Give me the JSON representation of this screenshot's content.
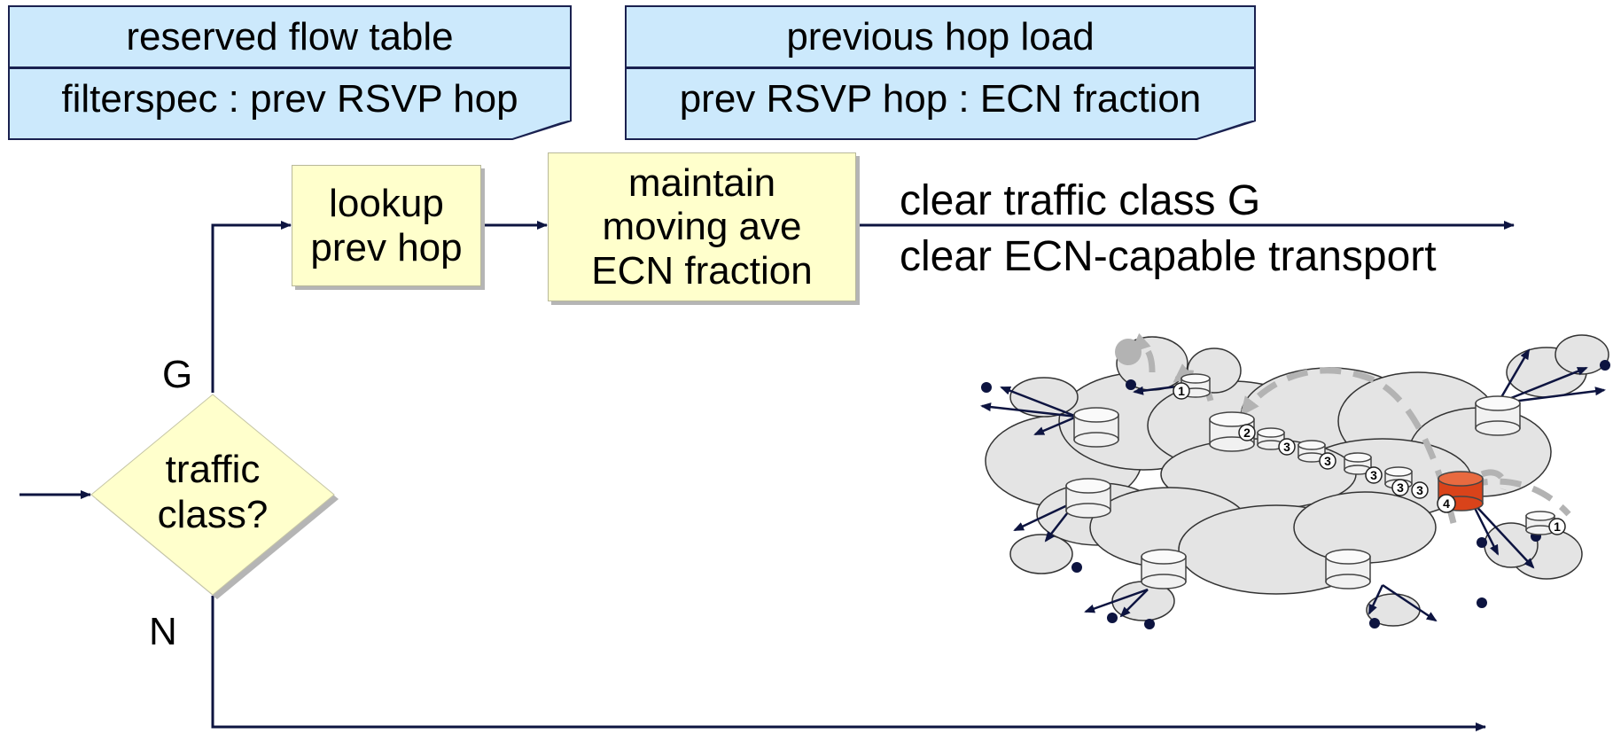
{
  "notes": {
    "flow_table": {
      "title": "reserved flow table",
      "row": "filterspec : prev RSVP hop"
    },
    "hop_load": {
      "title": "previous hop load",
      "row": "prev RSVP hop : ECN fraction"
    }
  },
  "process": {
    "lookup": [
      "lookup",
      "prev hop"
    ],
    "maintain": [
      "maintain",
      "moving ave",
      "ECN fraction"
    ]
  },
  "decision": {
    "lines": [
      "traffic",
      "class?"
    ],
    "yes_label": "G",
    "no_label": "N"
  },
  "outputs": {
    "line1": "clear traffic class G",
    "line2": "clear ECN-capable transport"
  },
  "network": {
    "hop_labels": [
      "1",
      "2",
      "3",
      "3",
      "3",
      "3",
      "3",
      "4",
      "1"
    ]
  },
  "colors": {
    "note_fill": "#cce9fc",
    "box_fill": "#ffffcc",
    "line": "#0d1440",
    "cloud": "#e4e4e4",
    "highlight_router": "#d9431a",
    "dashed_path": "#b3b3b3"
  }
}
